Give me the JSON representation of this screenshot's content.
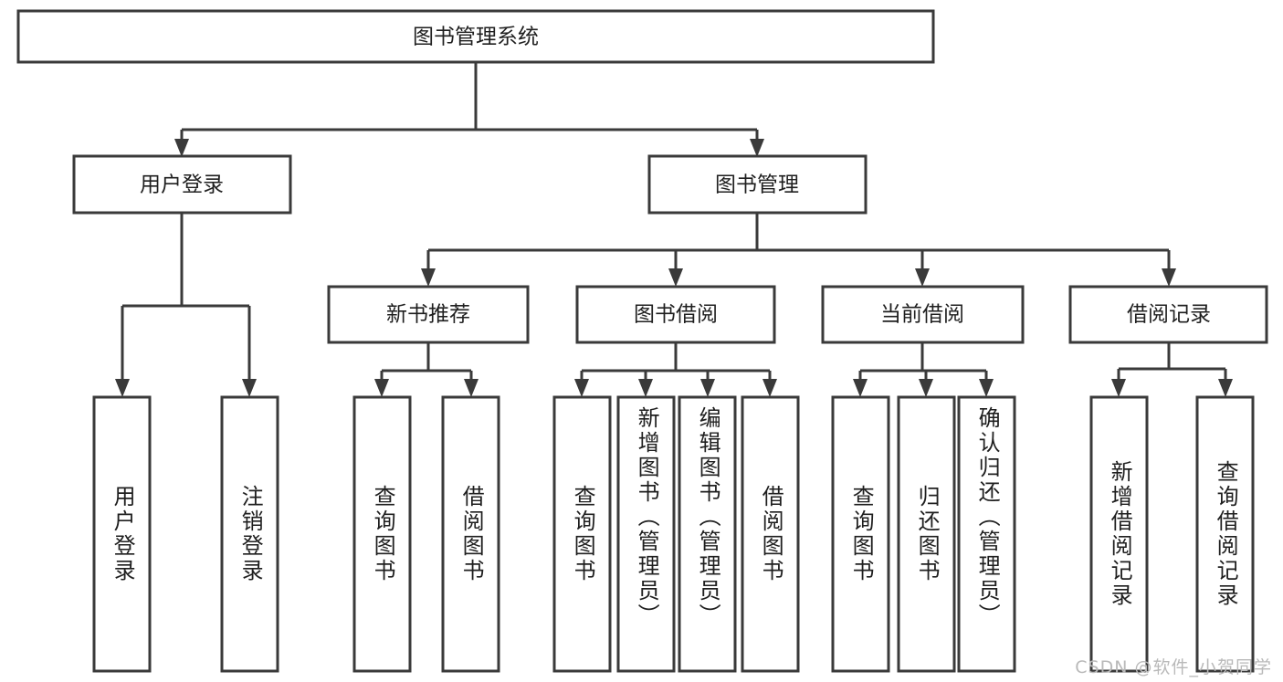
{
  "diagram": {
    "type": "tree",
    "title": "图书管理系统",
    "orientation": "top-down",
    "colors": {
      "box_stroke": "#3a3a3a",
      "box_fill": "#ffffff",
      "connector": "#3a3a3a",
      "text": "#1f1f1f",
      "background": "#ffffff",
      "watermark": "#b9b9b9"
    },
    "root": {
      "label": "图书管理系统"
    },
    "level2": [
      {
        "label": "用户登录"
      },
      {
        "label": "图书管理"
      }
    ],
    "level3": [
      {
        "label": "新书推荐"
      },
      {
        "label": "图书借阅"
      },
      {
        "label": "当前借阅"
      },
      {
        "label": "借阅记录"
      }
    ],
    "leaves": {
      "user_login": [
        {
          "label": "用户登录"
        },
        {
          "label": "注销登录"
        }
      ],
      "new_book_recommend": [
        {
          "label": "查询图书"
        },
        {
          "label": "借阅图书"
        }
      ],
      "book_borrow": [
        {
          "label": "查询图书"
        },
        {
          "label": "新增图书（管理员）"
        },
        {
          "label": "编辑图书（管理员）"
        },
        {
          "label": "借阅图书"
        }
      ],
      "current_borrow": [
        {
          "label": "查询图书"
        },
        {
          "label": "归还图书"
        },
        {
          "label": "确认归还（管理员）"
        }
      ],
      "borrow_record": [
        {
          "label": "新增借阅记录"
        },
        {
          "label": "查询借阅记录"
        }
      ]
    },
    "watermark": "CSDN @软件_小贺同学"
  }
}
